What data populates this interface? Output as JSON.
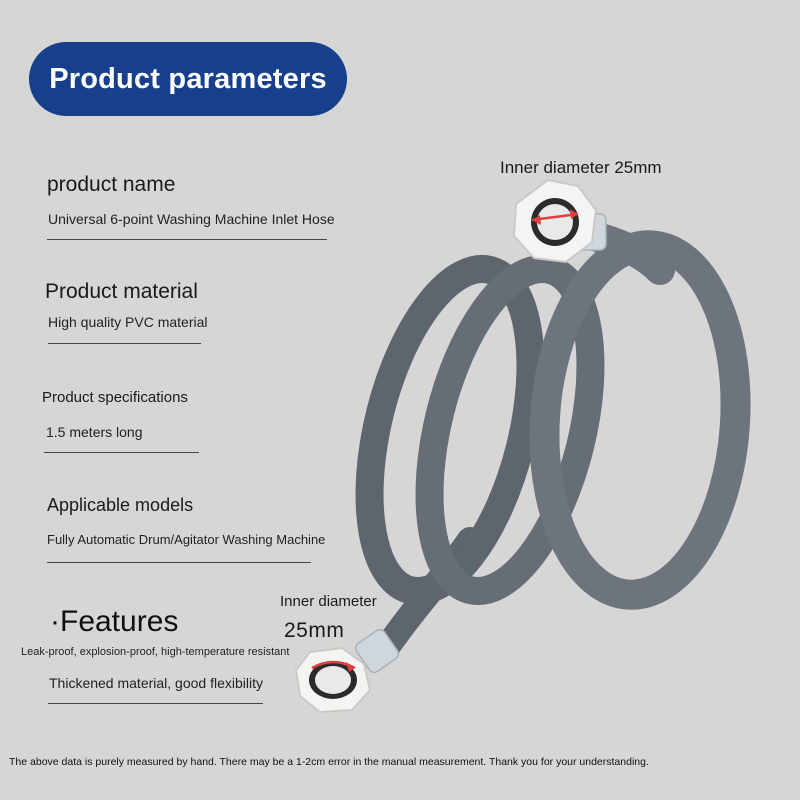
{
  "header": {
    "title": "Product parameters"
  },
  "params": {
    "name_label": "product name",
    "name_value": "Universal 6-point Washing Machine Inlet Hose",
    "material_label": "Product material",
    "material_value": "High quality PVC material",
    "spec_label": "Product specifications",
    "spec_value": "1.5 meters long",
    "models_label": "Applicable models",
    "models_value": "Fully Automatic Drum/Agitator Washing Machine"
  },
  "features": {
    "title": "·Features",
    "line1": "Leak-proof, explosion-proof, high-temperature resistant",
    "line2": "Thickened material, good flexibility"
  },
  "annotations": {
    "top": "Inner diameter 25mm",
    "bottom_label": "Inner diameter",
    "bottom_value": "25mm"
  },
  "disclaimer": "The above data is purely measured by hand. There may be a 1-2cm error in the manual measurement. Thank you for your understanding.",
  "colors": {
    "title_bg": "#173f8c",
    "hose": "#6e747b",
    "background": "#d6d6d6",
    "arrow": "#e04040"
  }
}
